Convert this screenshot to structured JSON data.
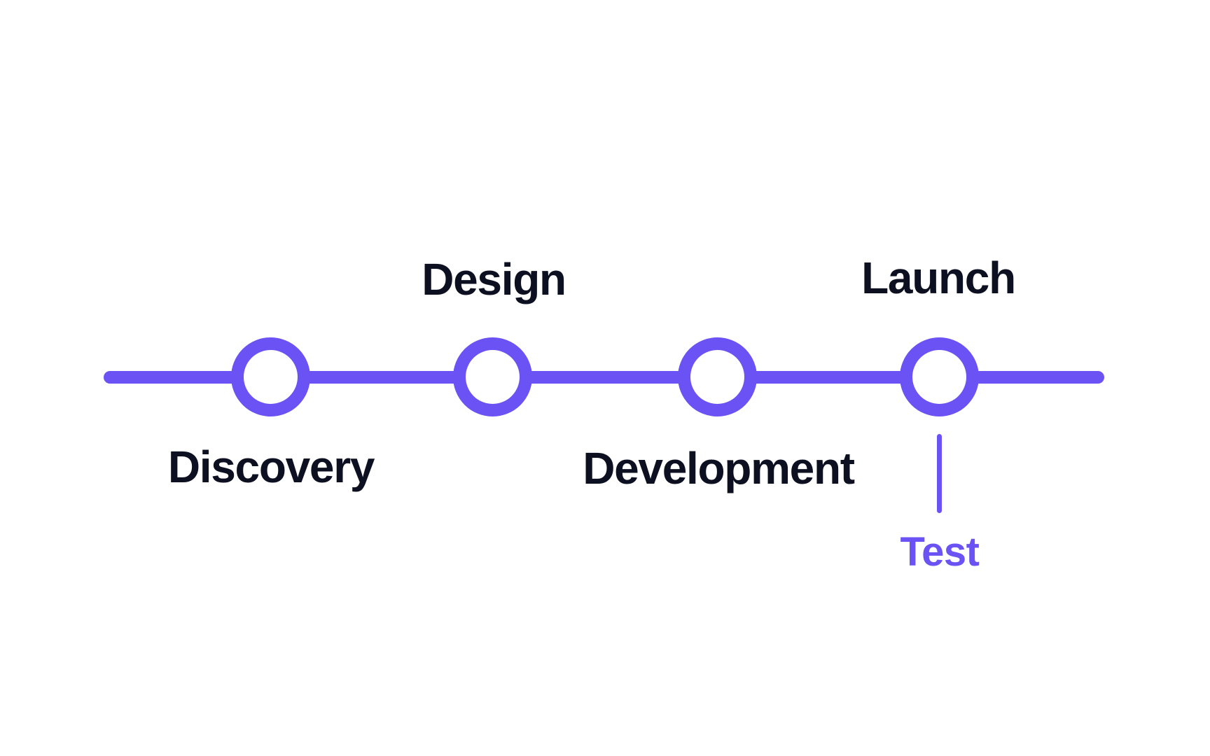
{
  "diagram": {
    "type": "process-timeline",
    "accent_color": "#6b52f5",
    "label_color": "#0d1020",
    "background_color": "#ffffff",
    "stages": [
      {
        "label": "Discovery",
        "label_position": "below"
      },
      {
        "label": "Design",
        "label_position": "above"
      },
      {
        "label": "Development",
        "label_position": "below"
      },
      {
        "label": "Launch",
        "label_position": "above"
      }
    ],
    "milestone": {
      "label": "Test",
      "attached_to_stage": "Launch",
      "position": "below"
    }
  }
}
